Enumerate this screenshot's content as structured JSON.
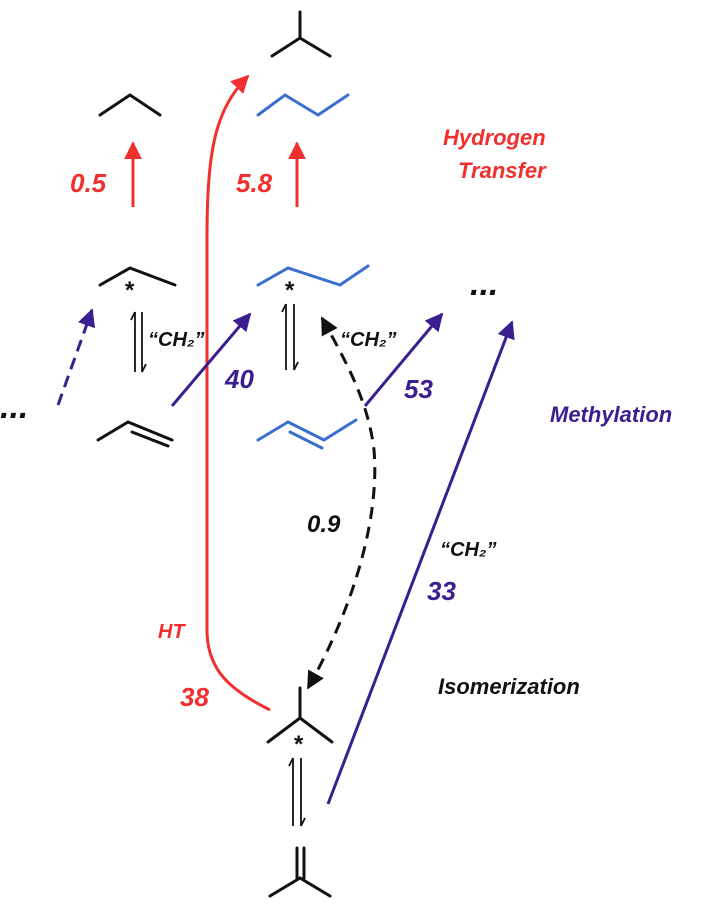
{
  "colors": {
    "red": "#f0302e",
    "blue": "#3a6fd0",
    "purple": "#3b1e8f",
    "black": "#111111"
  },
  "labels": {
    "hydrogen_transfer_line1": "Hydrogen",
    "hydrogen_transfer_line2": "Transfer",
    "methylation": "Methylation",
    "isomerization": "Isomerization",
    "ht": "HT",
    "ch2": "“CH₂”",
    "star": "*",
    "ellipsis": "..."
  },
  "rates": {
    "propane_ht": "0.5",
    "butane_ht": "5.8",
    "propene_to_butene_methylation": "40",
    "butene_to_c5_methylation": "53",
    "isobutene_to_c5_methylation": "33",
    "butyl_isomerization": "0.9",
    "isobutane_ht": "38"
  }
}
